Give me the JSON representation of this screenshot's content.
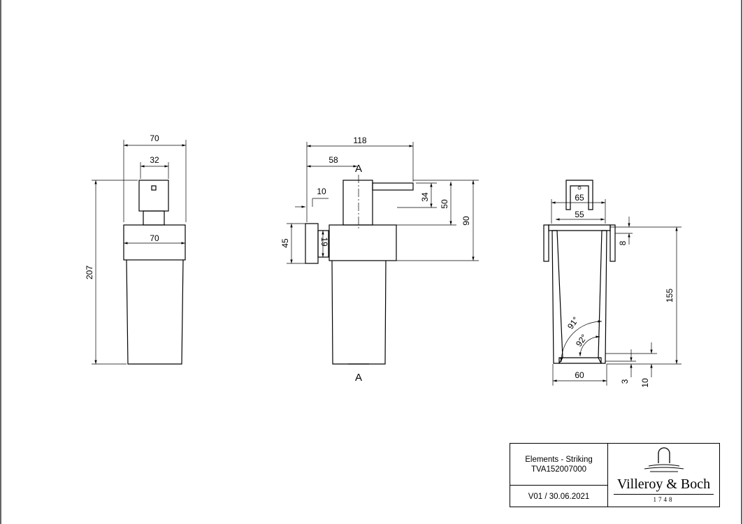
{
  "views": {
    "front": {
      "width_total": "70",
      "width_head": "32",
      "width_cap": "70",
      "height_total": "207"
    },
    "side": {
      "depth_total": "118",
      "depth_axis": "58",
      "plate": "10",
      "spout_height": "34",
      "head_height": "50",
      "mount_height": "90",
      "plate_height": "45",
      "bracket_height": "19",
      "section_marker": "A"
    },
    "section": {
      "head_outer": "65",
      "head_inner": "55",
      "cap_height": "8",
      "body_height": "155",
      "angle_outer": "91°",
      "angle_inner": "92°",
      "bottom_width": "60",
      "bottom_thickness": "3",
      "bottom_total": "10"
    }
  },
  "title_block": {
    "product": "Elements - Striking",
    "article": "TVA152007000",
    "version": "V01 / 30.06.2021",
    "brand": "Villeroy & Boch",
    "year": "1748"
  }
}
